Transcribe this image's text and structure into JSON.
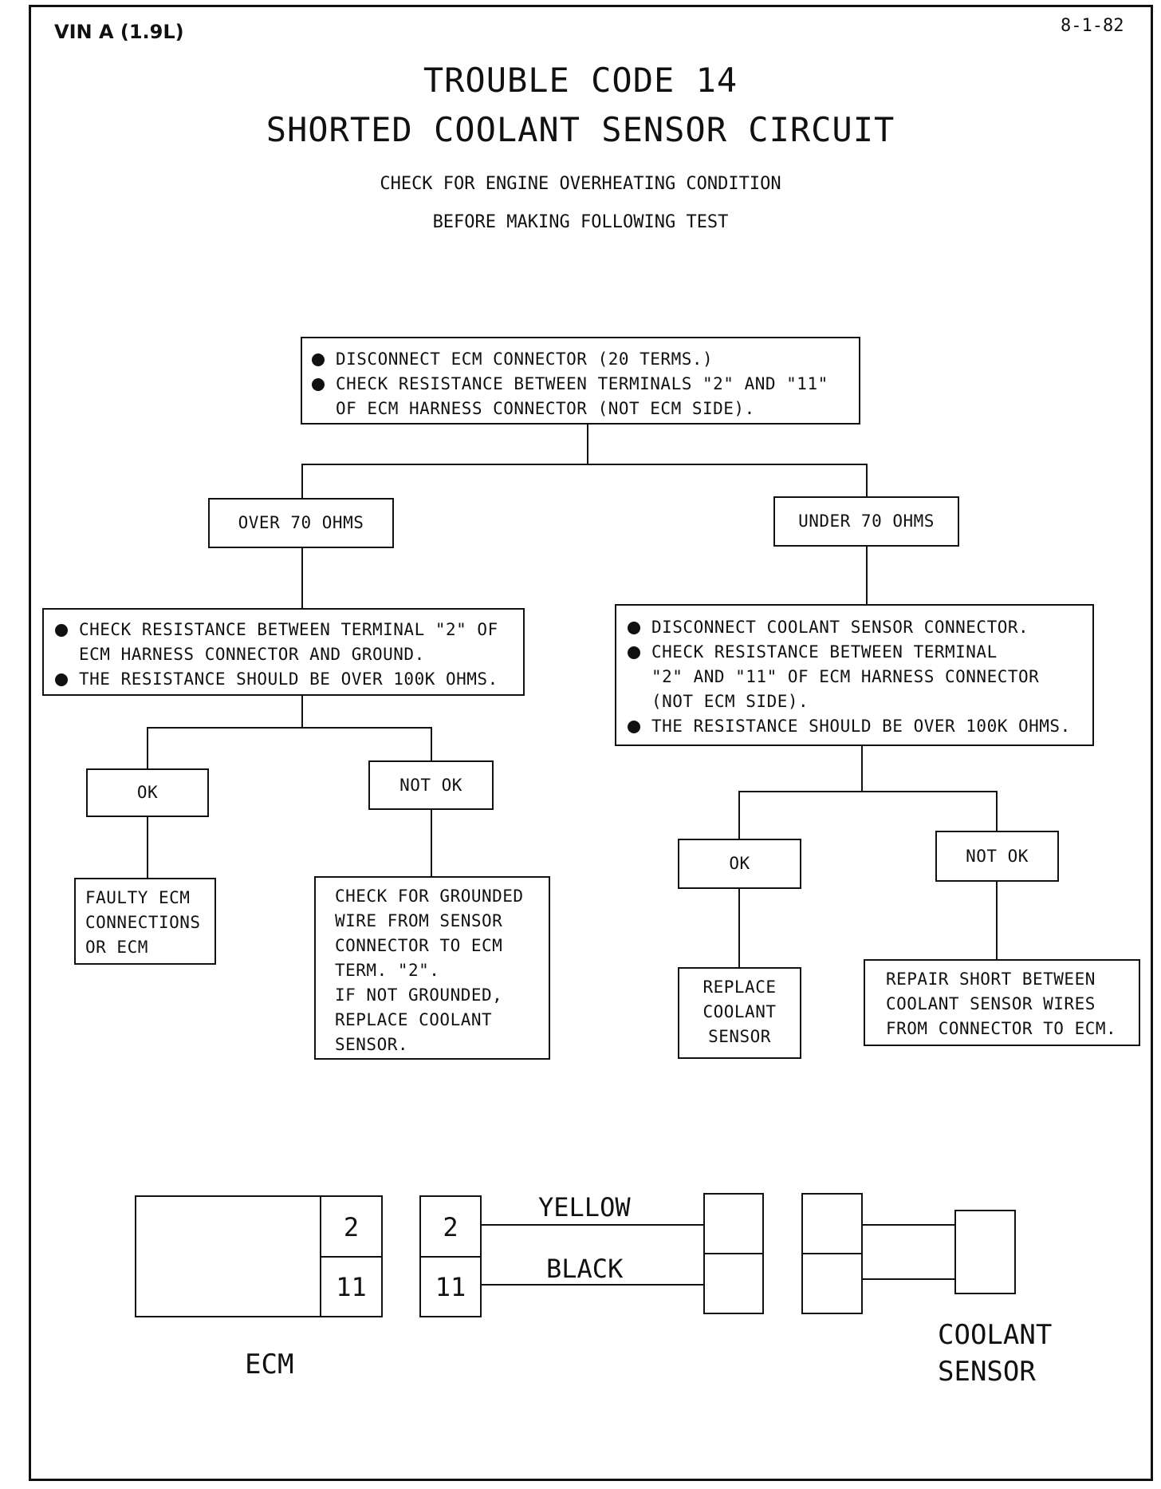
{
  "header": {
    "vin": "VIN A (1.9L)",
    "date": "8-1-82"
  },
  "title": {
    "line1": "TROUBLE CODE 14",
    "line2": "SHORTED COOLANT SENSOR CIRCUIT",
    "note1": "CHECK FOR ENGINE OVERHEATING CONDITION",
    "note2": "BEFORE MAKING FOLLOWING TEST"
  },
  "flowchart": {
    "top": {
      "b1": "DISCONNECT ECM CONNECTOR (20 TERMS.)",
      "b2": "CHECK RESISTANCE BETWEEN TERMINALS \"2\" AND \"11\"",
      "b2_cont": "OF ECM HARNESS CONNECTOR (NOT ECM SIDE)."
    },
    "over": "OVER 70 OHMS",
    "under": "UNDER 70 OHMS",
    "left_check": {
      "b1": "CHECK RESISTANCE BETWEEN TERMINAL \"2\" OF",
      "b1_cont": "ECM HARNESS CONNECTOR AND GROUND.",
      "b2": "THE RESISTANCE SHOULD BE OVER 100K OHMS."
    },
    "right_check": {
      "b1": "DISCONNECT COOLANT SENSOR CONNECTOR.",
      "b2": "CHECK RESISTANCE BETWEEN TERMINAL",
      "b2_cont1": "\"2\" AND \"11\" OF ECM HARNESS CONNECTOR",
      "b2_cont2": "(NOT ECM SIDE).",
      "b3": "THE RESISTANCE SHOULD BE OVER 100K OHMS."
    },
    "left_ok": "OK",
    "left_notok": "NOT OK",
    "right_ok": "OK",
    "right_notok": "NOT OK",
    "faulty_ecm": [
      "FAULTY ECM",
      "CONNECTIONS",
      "OR ECM"
    ],
    "check_grounded": [
      "CHECK FOR GROUNDED",
      "WIRE FROM SENSOR",
      "CONNECTOR TO ECM",
      "TERM. \"2\".",
      "IF NOT GROUNDED,",
      "REPLACE COOLANT",
      "SENSOR."
    ],
    "replace_sensor": [
      "REPLACE",
      "COOLANT",
      "SENSOR"
    ],
    "repair_short": [
      "REPAIR SHORT BETWEEN",
      "COOLANT SENSOR WIRES",
      "FROM CONNECTOR TO ECM."
    ]
  },
  "wiring": {
    "ecm_pin_top": "2",
    "ecm_pin_bottom": "11",
    "harness_pin_top": "2",
    "harness_pin_bottom": "11",
    "wire_top": "YELLOW",
    "wire_bottom": "BLACK",
    "ecm_label": "ECM",
    "sensor_label_1": "COOLANT",
    "sensor_label_2": "SENSOR"
  }
}
